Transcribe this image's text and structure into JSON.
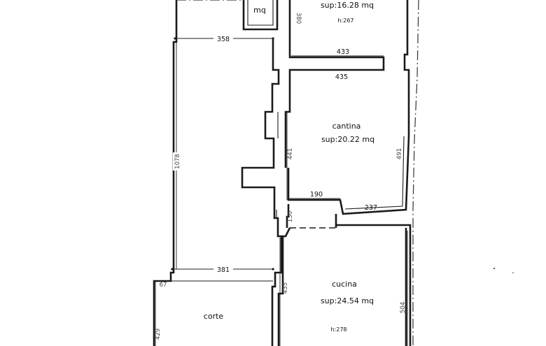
{
  "rooms": {
    "top_room": {
      "area": "sup:16.28  mq",
      "height": "h:267",
      "mq_box": "mq"
    },
    "cantina": {
      "name": "cantina",
      "area": "sup:20.22  mq"
    },
    "cucina": {
      "name": "cucina",
      "area": "sup:24.54  mq",
      "height": "h:278"
    },
    "corte": {
      "name": "corte"
    }
  },
  "dimensions": {
    "d358": "358",
    "d433": "433",
    "d435_top": "435",
    "d380": "380",
    "d1078": "1078",
    "d441": "441",
    "d491": "491",
    "d190": "190",
    "d237": "237",
    "d130": "130",
    "d381": "381",
    "d67": "67",
    "d435_lower": "435",
    "d504": "504",
    "d429": "429"
  }
}
